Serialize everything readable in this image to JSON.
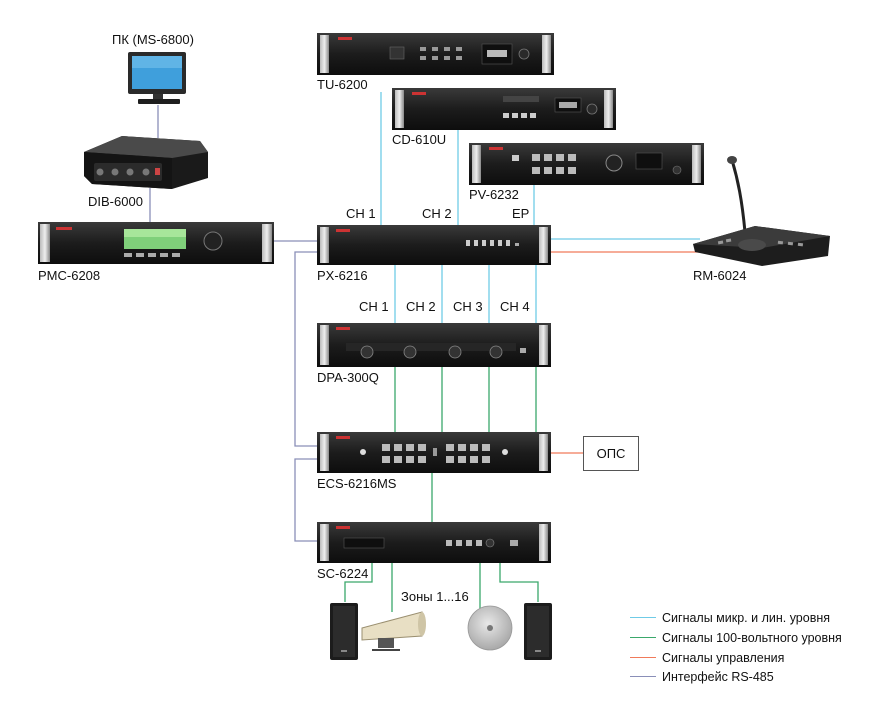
{
  "colors": {
    "mic_line": "#6fcbe6",
    "hundred_volt": "#3aa86b",
    "control": "#f07a5a",
    "rs485": "#8a8fb8"
  },
  "devices": {
    "pc": "ПК (MS-6800)",
    "dib": "DIB-6000",
    "pmc": "PMC-6208",
    "tu": "TU-6200",
    "cd": "CD-610U",
    "pv": "PV-6232",
    "px": "PX-6216",
    "rm": "RM-6024",
    "dpa": "DPA-300Q",
    "ecs": "ECS-6216MS",
    "sc": "SC-6224",
    "ops": "ОПС"
  },
  "px_inputs": {
    "ch1": "CH 1",
    "ch2": "CH 2",
    "ep": "EP"
  },
  "dpa_channels": [
    "CH 1",
    "CH 2",
    "CH 3",
    "CH 4"
  ],
  "zones_label": "Зоны 1...16",
  "legend": [
    {
      "label": "Сигналы микр. и лин. уровня",
      "color": "#6fcbe6"
    },
    {
      "label": "Сигналы 100-вольтного уровня",
      "color": "#3aa86b"
    },
    {
      "label": "Сигналы управления",
      "color": "#f07a5a"
    },
    {
      "label": "Интерфейс RS-485",
      "color": "#8a8fb8"
    }
  ]
}
